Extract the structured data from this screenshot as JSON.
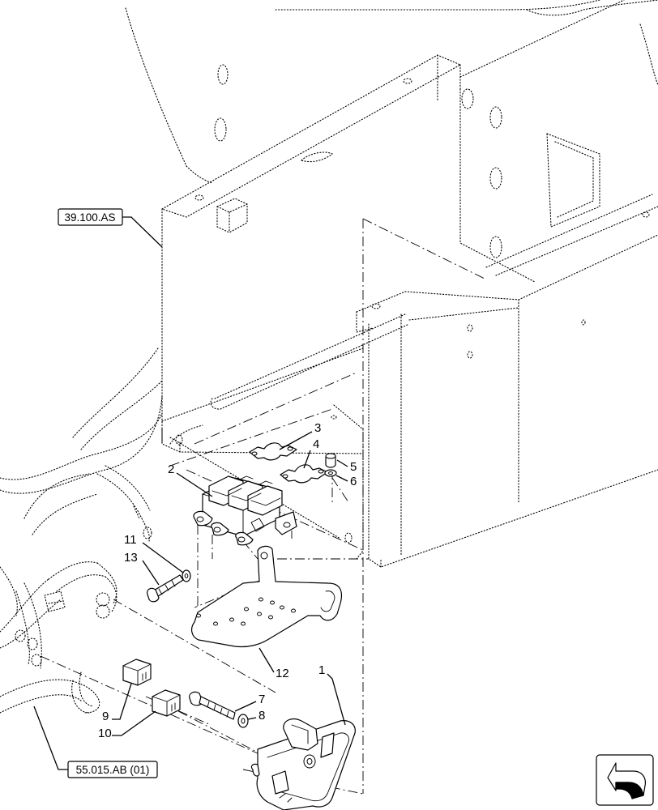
{
  "references": {
    "frame": "39.100.AS",
    "harness": "55.015.AB (01)"
  },
  "callouts": {
    "c1": "1",
    "c2": "2",
    "c3": "3",
    "c4": "4",
    "c5": "5",
    "c6": "6",
    "c7": "7",
    "c8": "8",
    "c9": "9",
    "c10": "10",
    "c11": "11",
    "c12": "12",
    "c13": "13"
  },
  "icons": {
    "navigation": "arrow-navigation-icon"
  }
}
